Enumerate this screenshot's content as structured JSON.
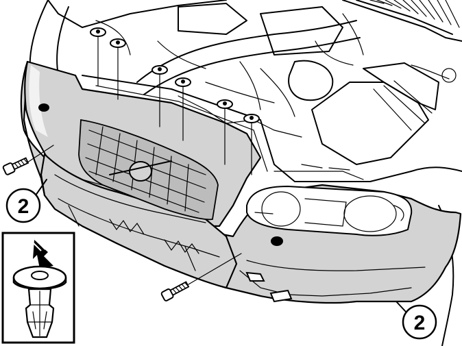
{
  "callouts": [
    {
      "id": "left",
      "label": "2"
    },
    {
      "id": "right",
      "label": "2"
    }
  ],
  "colors": {
    "bumper_fill": "#d3d3d3",
    "grill_fill": "#bcbcbc",
    "line": "#000000",
    "background": "#ffffff"
  },
  "icons": {
    "top_clips": "push-rivet-clip-icon",
    "side_screws": "screw-icon",
    "detail": "push-rivet-detail-icon"
  }
}
